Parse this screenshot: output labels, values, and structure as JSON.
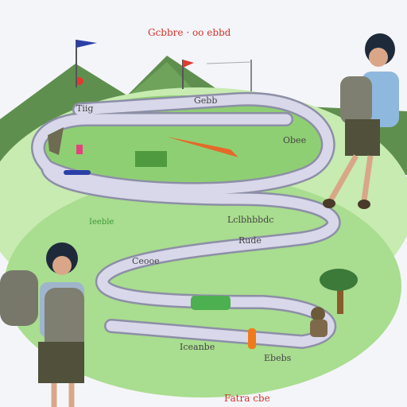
{
  "scene": {
    "title_text": "Gcbbre · oo ebbd",
    "footer_text": "Fatra cbe",
    "path_labels": [
      "Tiig",
      "Gebb",
      "Obee",
      "Ieeble",
      "Rude",
      "Ceooe",
      "Iceanbe",
      "Ebebs",
      "Lclbhbbdc"
    ],
    "colors": {
      "sky": "#f4f5f9",
      "meadow": "#a9dd8f",
      "meadow_light": "#c7ebb0",
      "path": "#d8d8ea",
      "path_edge": "#8d8fa6",
      "mountain": "#5f8f4e",
      "flag_blue": "#2a3fa8",
      "flag_red": "#e03a2f"
    }
  }
}
